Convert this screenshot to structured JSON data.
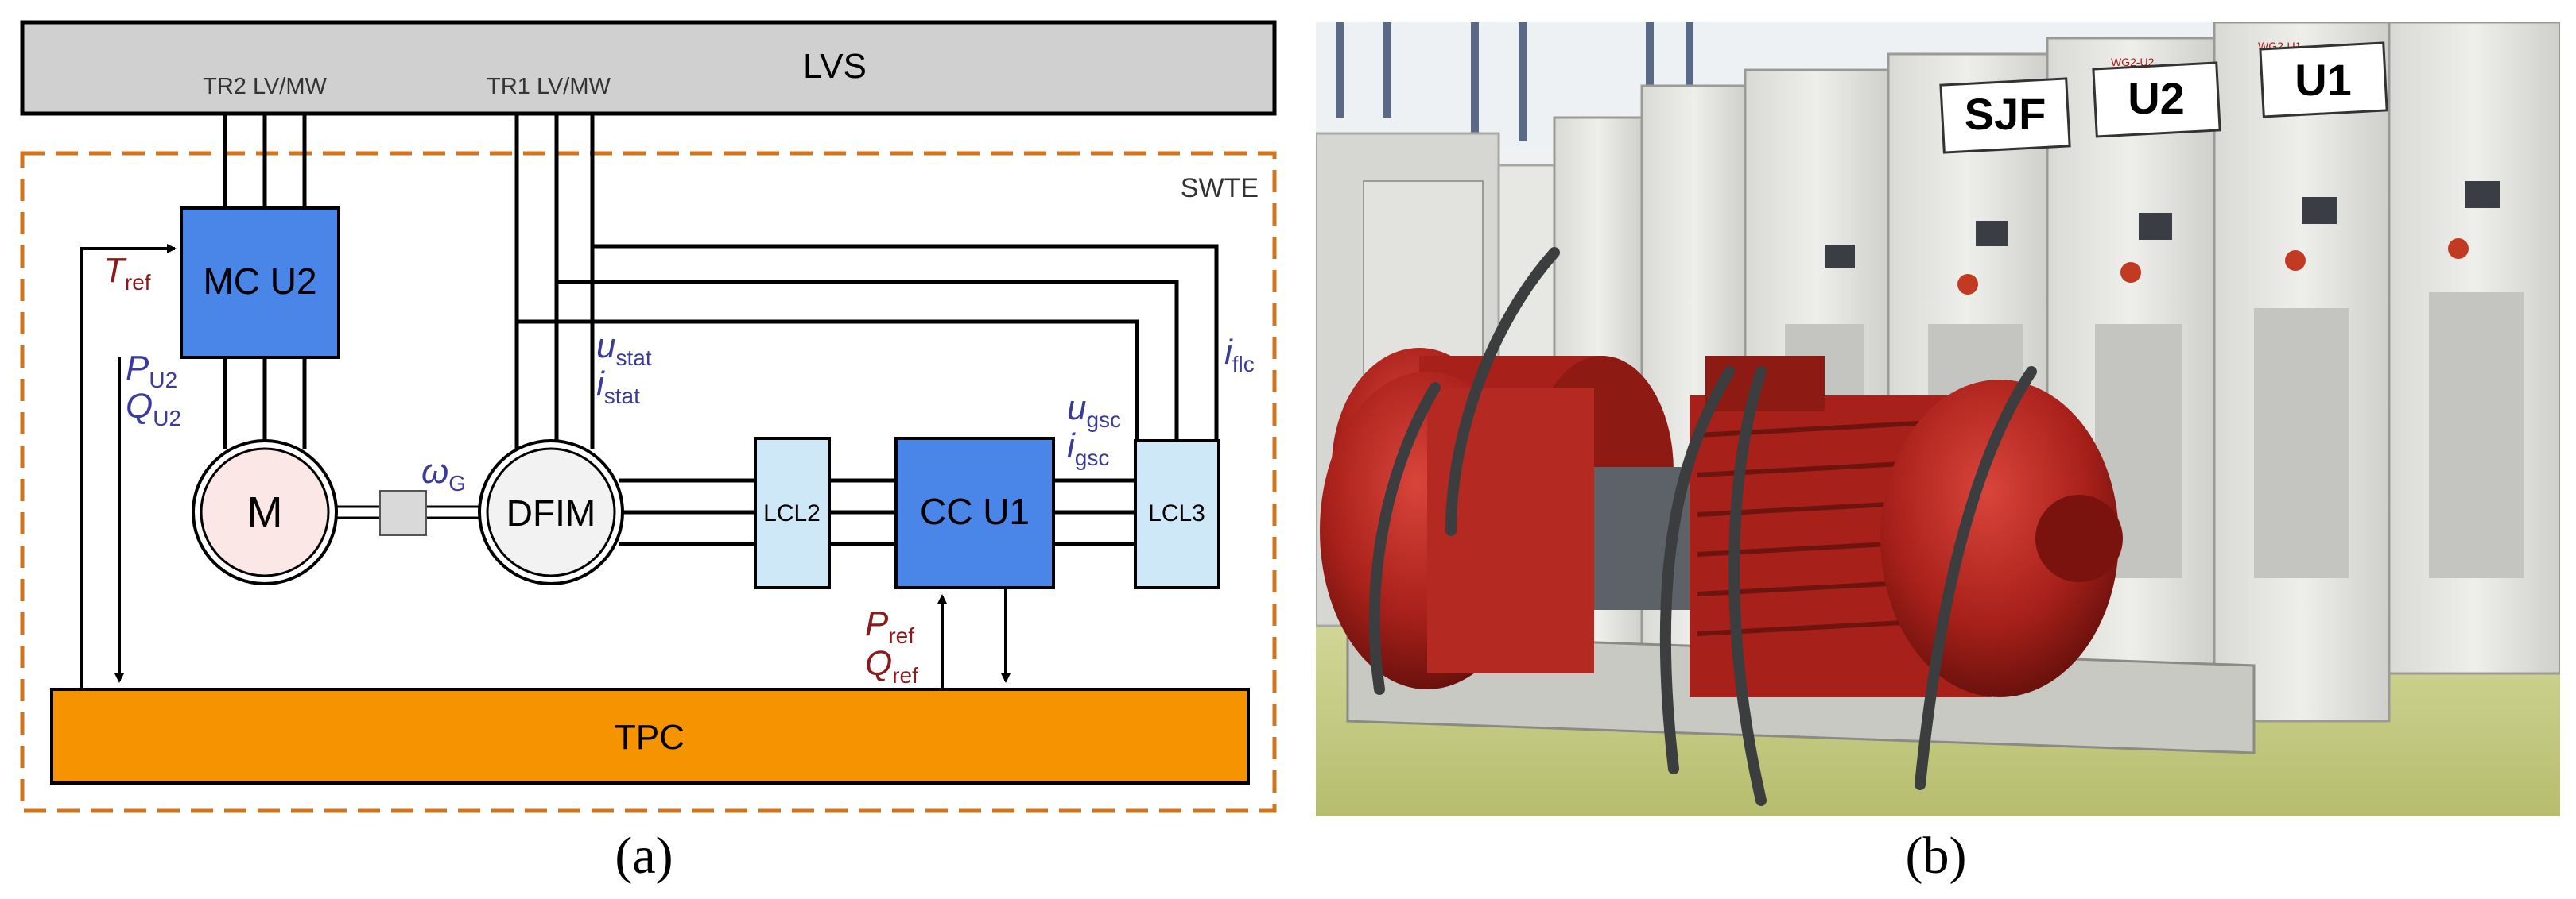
{
  "panel_a": {
    "caption": "(a)",
    "bus_label": "LVS",
    "tr2_label": "TR2 LV/MW",
    "tr1_label": "TR1 LV/MW",
    "enclosure_label": "SWTE",
    "mc_label": "MC U2",
    "motor_label": "M",
    "dfim_label": "DFIM",
    "lcl2_label": "LCL2",
    "cc_label": "CC U1",
    "lcl3_label": "LCL3",
    "tpc_label": "TPC",
    "signals": {
      "t_ref": {
        "sym": "T",
        "sub": "ref"
      },
      "p_u2": {
        "sym": "P",
        "sub": "U2"
      },
      "q_u2": {
        "sym": "Q",
        "sub": "U2"
      },
      "omega_g": {
        "sym": "ω",
        "sub": "G"
      },
      "u_stat": {
        "sym": "u",
        "sub": "stat"
      },
      "i_stat": {
        "sym": "i",
        "sub": "stat"
      },
      "u_gsc": {
        "sym": "u",
        "sub": "gsc"
      },
      "i_gsc": {
        "sym": "i",
        "sub": "gsc"
      },
      "i_flc": {
        "sym": "i",
        "sub": "flc"
      },
      "p_ref": {
        "sym": "P",
        "sub": "ref"
      },
      "q_ref": {
        "sym": "Q",
        "sub": "ref"
      }
    },
    "colors": {
      "bus_fill": "#d0d0d0",
      "controller_fill": "#4a86e8",
      "filter_fill": "#cfe8f8",
      "tpc_fill": "#f59300",
      "enclosure_stroke": "#d2741e",
      "motor_fill": "#fbe8e6",
      "dfim_fill": "#f2f2f2",
      "ref_signal": "#8b1a1a",
      "meas_signal": "#3b3b9a"
    }
  },
  "panel_b": {
    "caption": "(b)",
    "cabinet_labels": [
      "SJF",
      "U2",
      "U1"
    ],
    "cabinet_tags": [
      "WG2-U2",
      "WG2-U1"
    ],
    "colors": {
      "motor_red": "#a8201a",
      "cabinet_gray": "#e6e6e2",
      "floor_green": "#c9cf8a"
    }
  }
}
